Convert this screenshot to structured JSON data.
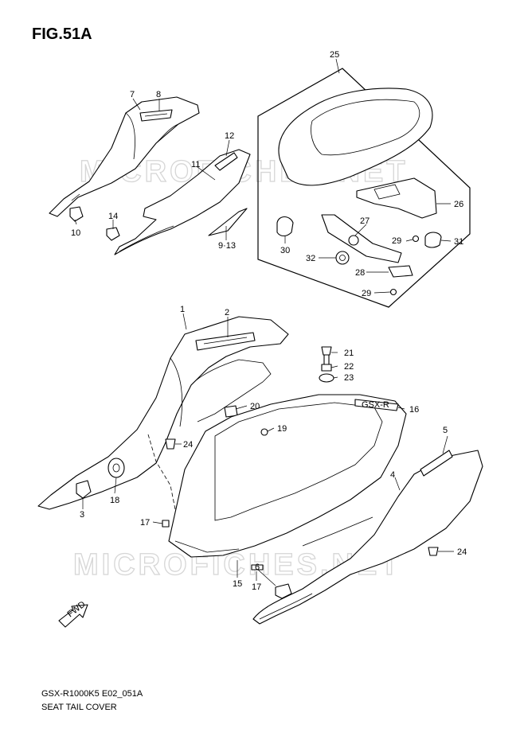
{
  "figure": {
    "title": "FIG.51A",
    "code": "GSX-R1000K5 E02_051A",
    "caption": "SEAT TAIL COVER",
    "watermark": "MICROFICHES.NET",
    "fwd_label": "FWD",
    "emblem_text": "GSX-R"
  },
  "callouts": {
    "c1": "1",
    "c2": "2",
    "c3": "3",
    "c4": "4",
    "c5": "5",
    "c6": "6",
    "c7": "7",
    "c8": "8",
    "c9_13": "9·13",
    "c10": "10",
    "c11": "11",
    "c12": "12",
    "c14": "14",
    "c15": "15",
    "c16": "16",
    "c17a": "17",
    "c17b": "17",
    "c18": "18",
    "c19": "19",
    "c20": "20",
    "c21": "21",
    "c22": "22",
    "c23": "23",
    "c24a": "24",
    "c24b": "24",
    "c25": "25",
    "c26": "26",
    "c27": "27",
    "c28": "28",
    "c29a": "29",
    "c29b": "29",
    "c30": "30",
    "c31": "31",
    "c32": "32"
  }
}
